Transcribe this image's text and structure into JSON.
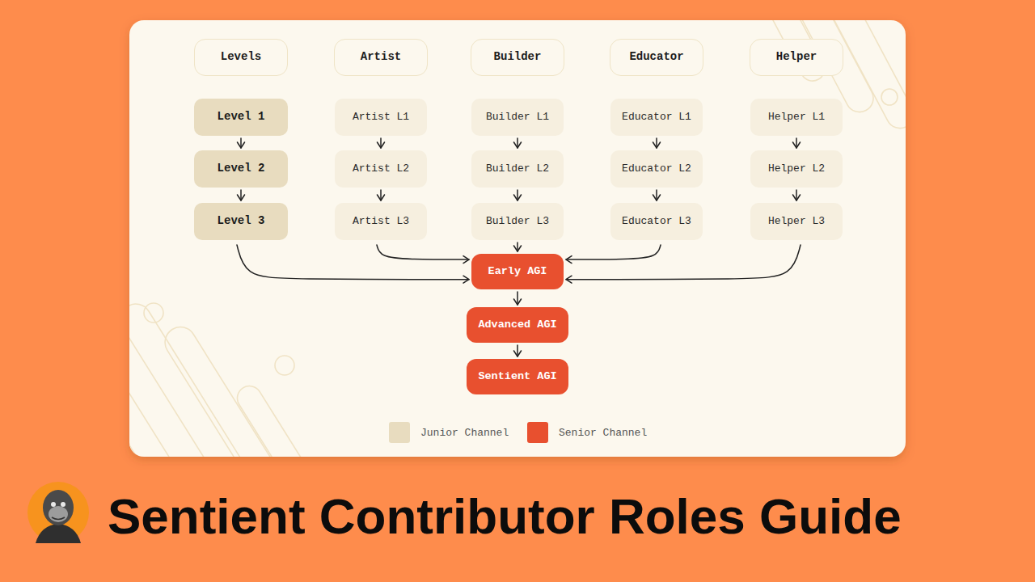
{
  "diagram": {
    "title": "Sentient Contributor Roles Guide",
    "nodes": [
      {
        "text": [
          "Levels"
        ]
      },
      {
        "text": [
          "Artist"
        ]
      },
      {
        "text": [
          "Builder"
        ]
      },
      {
        "text": [
          "Educator"
        ]
      },
      {
        "text": [
          "Helper"
        ]
      },
      {
        "text": [
          "Level 1"
        ]
      },
      {
        "text": [
          "Artist L1"
        ]
      },
      {
        "text": [
          "Builder L1"
        ]
      },
      {
        "text": [
          "Educator L1"
        ]
      },
      {
        "text": [
          "Helper L1"
        ]
      },
      {
        "text": [
          "Level 2"
        ]
      },
      {
        "text": [
          "Artist L2"
        ]
      },
      {
        "text": [
          "Builder L2"
        ]
      },
      {
        "text": [
          "Educator L2"
        ]
      },
      {
        "text": [
          "Helper L2"
        ]
      },
      {
        "text": [
          "Level 3"
        ]
      },
      {
        "text": [
          "Artist L3"
        ]
      },
      {
        "text": [
          "Builder L3"
        ]
      },
      {
        "text": [
          "Educator L3"
        ]
      },
      {
        "text": [
          "Helper L3"
        ]
      },
      {
        "text": [
          "Early AGI"
        ]
      },
      {
        "text": [
          "Advanced AGI"
        ]
      },
      {
        "text": [
          "Sentient AGI"
        ]
      }
    ],
    "edges": [
      {
        "from": 5,
        "to": 10,
        "arrow": "to"
      },
      {
        "from": 10,
        "to": 15,
        "arrow": "to"
      },
      {
        "from": 6,
        "to": 11,
        "arrow": "to"
      },
      {
        "from": 11,
        "to": 16,
        "arrow": "to"
      },
      {
        "from": 7,
        "to": 12,
        "arrow": "to"
      },
      {
        "from": 12,
        "to": 17,
        "arrow": "to"
      },
      {
        "from": 8,
        "to": 13,
        "arrow": "to"
      },
      {
        "from": 13,
        "to": 18,
        "arrow": "to"
      },
      {
        "from": 9,
        "to": 14,
        "arrow": "to"
      },
      {
        "from": 14,
        "to": 19,
        "arrow": "to"
      },
      {
        "from": 15,
        "to": 20,
        "arrow": "to"
      },
      {
        "from": 16,
        "to": 20,
        "arrow": "to"
      },
      {
        "from": 17,
        "to": 20,
        "arrow": "to"
      },
      {
        "from": 18,
        "to": 20,
        "arrow": "to"
      },
      {
        "from": 19,
        "to": 20,
        "arrow": "to"
      },
      {
        "from": 20,
        "to": 21,
        "arrow": "to"
      },
      {
        "from": 21,
        "to": 22,
        "arrow": "to"
      }
    ],
    "legend": [
      {
        "text": "Junior Channel",
        "color": "#e8dcbf"
      },
      {
        "text": "Senior Channel",
        "color": "#e8502f"
      }
    ]
  }
}
